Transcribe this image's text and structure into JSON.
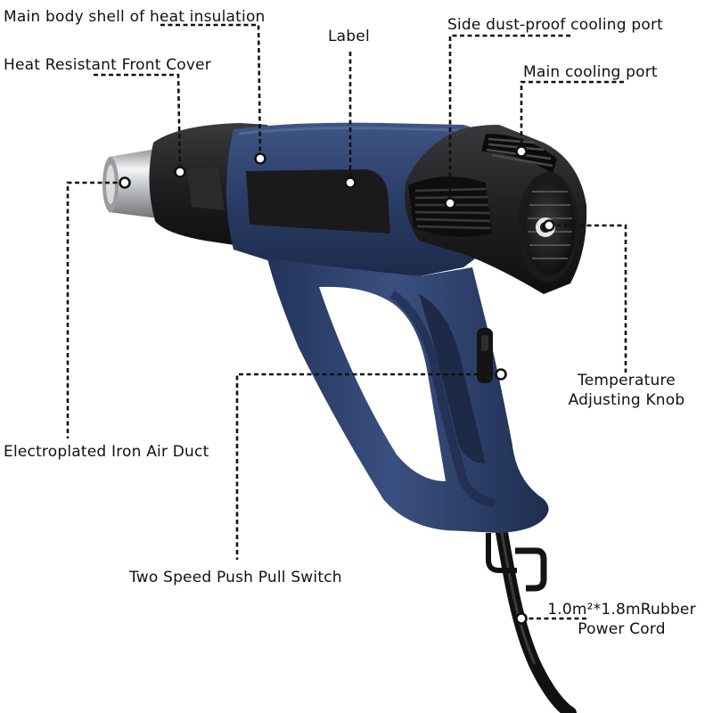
{
  "labels": {
    "main_body_shell": "Main body shell of heat insulation",
    "front_cover": "Heat Resistant Front Cover",
    "label": "Label",
    "side_port": "Side dust-proof cooling port",
    "main_port": "Main cooling port",
    "temp_knob_line1": "Temperature",
    "temp_knob_line2": "Adjusting Knob",
    "air_duct": "Electroplated Iron Air Duct",
    "switch": "Two Speed Push Pull Switch",
    "cord_line1": "1.0m²*1.8mRubber",
    "cord_line2": "Power Cord"
  },
  "colors": {
    "body_blue": "#27395e",
    "body_blue_light": "#3c5282",
    "body_black": "#1c1c1e",
    "nozzle_metal": "#c8cacc",
    "leader_line": "#111111"
  }
}
